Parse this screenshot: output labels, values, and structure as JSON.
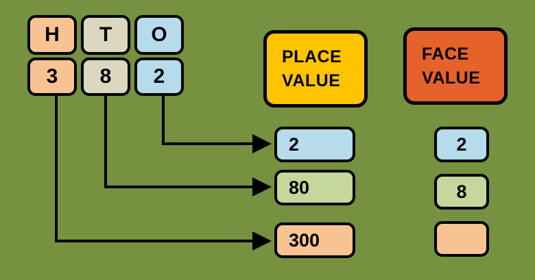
{
  "background_color": "#76913f",
  "number": {
    "columns": [
      {
        "header": "H",
        "digit": "3",
        "color": "#f7c393",
        "name": "hundreds"
      },
      {
        "header": "T",
        "digit": "8",
        "color": "#dcd8c0",
        "name": "tens"
      },
      {
        "header": "O",
        "digit": "2",
        "color": "#b6dcec",
        "name": "ones"
      }
    ]
  },
  "place_value": {
    "header_line1": "PLACE",
    "header_line2": "VALUE",
    "header_color": "#ffc400",
    "values": [
      {
        "text": "2",
        "color": "#b6dcec"
      },
      {
        "text": "80",
        "color": "#c6d79d"
      },
      {
        "text": "300",
        "color": "#f7c393"
      }
    ]
  },
  "face_value": {
    "header_line1": "FACE",
    "header_line2": "VALUE",
    "header_color": "#e5622b",
    "values": [
      {
        "text": "2",
        "color": "#b6dcec"
      },
      {
        "text": "8",
        "color": "#c6d79d"
      },
      {
        "text": "",
        "color": "#f7c393"
      }
    ]
  }
}
